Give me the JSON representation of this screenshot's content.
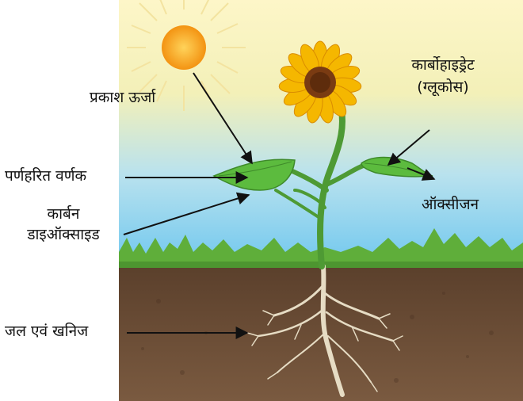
{
  "labels": {
    "light_energy": "प्रकाश ऊर्जा",
    "chlorophyll": "पर्णहरित वर्णक",
    "co2_line1": "कार्बन",
    "co2_line2": "डाइऑक्साइड",
    "water_minerals": "जल एवं खनिज",
    "carbohydrate_line1": "कार्बोहाइड्रेट",
    "carbohydrate_line2": "(ग्लूकोस)",
    "oxygen": "ऑक्सीजन"
  },
  "colors": {
    "sky_top": "#fbe98a",
    "sky_bottom": "#7dcdf0",
    "soil": "#6b4a33",
    "grass": "#5fae3a",
    "leaf": "#5cbb3e",
    "stem": "#4e9a34",
    "petal": "#f5b700",
    "flower_center": "#7a3b12",
    "sun": "#f7a21b",
    "root": "#e6dcc4",
    "arrow": "#111111"
  },
  "icons": [
    "sun-icon",
    "sunflower-icon"
  ]
}
